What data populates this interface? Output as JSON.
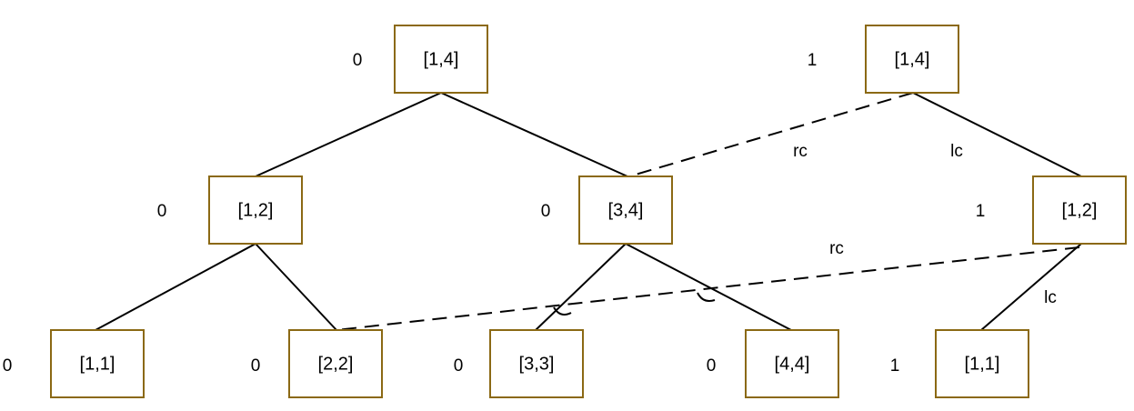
{
  "colors": {
    "node_border": "#8b6914",
    "line": "#000000",
    "background": "#ffffff"
  },
  "nodes": [
    {
      "id": "v0-root",
      "range": "[1,4]",
      "version": "0"
    },
    {
      "id": "v0-left",
      "range": "[1,2]",
      "version": "0"
    },
    {
      "id": "v0-right",
      "range": "[3,4]",
      "version": "0"
    },
    {
      "id": "v0-leaf-1",
      "range": "[1,1]",
      "version": "0"
    },
    {
      "id": "v0-leaf-2",
      "range": "[2,2]",
      "version": "0"
    },
    {
      "id": "v0-leaf-3",
      "range": "[3,3]",
      "version": "0"
    },
    {
      "id": "v0-leaf-4",
      "range": "[4,4]",
      "version": "0"
    },
    {
      "id": "v1-root",
      "range": "[1,4]",
      "version": "1"
    },
    {
      "id": "v1-left",
      "range": "[1,2]",
      "version": "1"
    },
    {
      "id": "v1-leaf-1",
      "range": "[1,1]",
      "version": "1"
    }
  ],
  "edges": [
    {
      "from": "v0-root",
      "to": "v0-left",
      "style": "solid"
    },
    {
      "from": "v0-root",
      "to": "v0-right",
      "style": "solid"
    },
    {
      "from": "v0-left",
      "to": "v0-leaf-1",
      "style": "solid"
    },
    {
      "from": "v0-left",
      "to": "v0-leaf-2",
      "style": "solid"
    },
    {
      "from": "v0-right",
      "to": "v0-leaf-3",
      "style": "solid"
    },
    {
      "from": "v0-right",
      "to": "v0-leaf-4",
      "style": "solid"
    },
    {
      "from": "v1-root",
      "to": "v1-left",
      "style": "solid",
      "label": "lc"
    },
    {
      "from": "v1-root",
      "to": "v0-right",
      "style": "dashed",
      "label": "rc"
    },
    {
      "from": "v1-left",
      "to": "v1-leaf-1",
      "style": "solid",
      "label": "lc"
    },
    {
      "from": "v1-left",
      "to": "v0-leaf-2",
      "style": "dashed",
      "label": "rc"
    }
  ]
}
